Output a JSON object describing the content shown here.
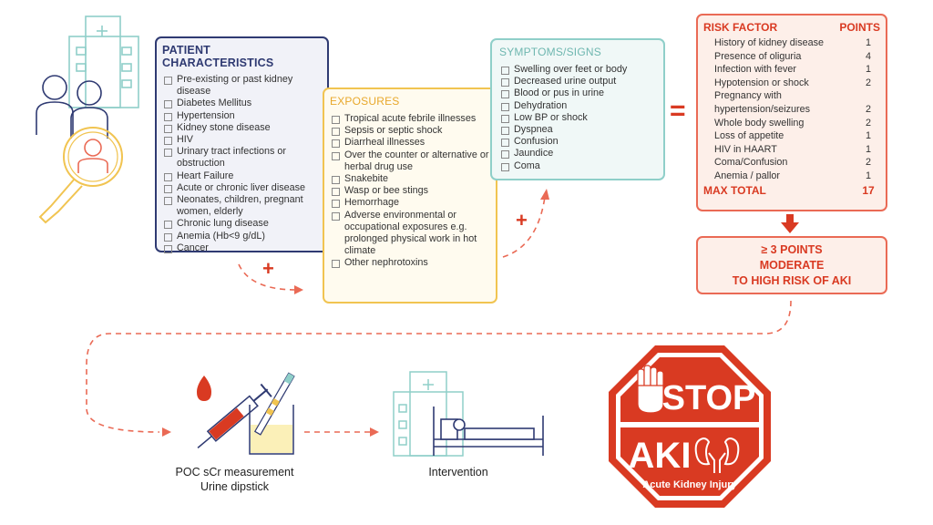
{
  "patient": {
    "title": "PATIENT CHARACTERISTICS",
    "items": [
      "Pre-existing or past kidney disease",
      "Diabetes Mellitus",
      "Hypertension",
      "Kidney stone disease",
      "HIV",
      "Urinary tract infections or obstruction",
      "Heart Failure",
      "Acute or chronic liver disease",
      "Neonates, children, pregnant women, elderly",
      "Chronic lung disease",
      "Anemia (Hb<9 g/dL)",
      "Cancer"
    ]
  },
  "exposures": {
    "title": "EXPOSURES",
    "items": [
      "Tropical acute febrile illnesses",
      "Sepsis or septic shock",
      "Diarrheal illnesses",
      "Over the counter or alternative or herbal drug use",
      "Snakebite",
      "Wasp or bee stings",
      "Hemorrhage",
      "Adverse environmental or occupational exposures e.g. prolonged physical work in hot climate",
      "Other nephrotoxins"
    ]
  },
  "symptoms": {
    "title": "SYMPTOMS/SIGNS",
    "items": [
      "Swelling over feet or body",
      "Decreased urine output",
      "Blood or pus in urine",
      "Dehydration",
      "Low BP or shock",
      "Dyspnea",
      "Confusion",
      "Jaundice",
      "Coma"
    ]
  },
  "operators": {
    "plus": "+",
    "equals": "="
  },
  "risk": {
    "header_factor": "RISK FACTOR",
    "header_points": "POINTS",
    "rows": [
      {
        "label": "History of kidney disease",
        "points": "1"
      },
      {
        "label": "Presence of oliguria",
        "points": "4"
      },
      {
        "label": "Infection with fever",
        "points": "1"
      },
      {
        "label": "Hypotension or shock",
        "points": "2"
      },
      {
        "label": "Pregnancy with hypertension/seizures",
        "points": "2"
      },
      {
        "label": "Whole body swelling",
        "points": "2"
      },
      {
        "label": "Loss of appetite",
        "points": "1"
      },
      {
        "label": "HIV in HAART",
        "points": "1"
      },
      {
        "label": "Coma/Confusion",
        "points": "2"
      },
      {
        "label": "Anemia / pallor",
        "points": "1"
      }
    ],
    "total_label": "MAX TOTAL",
    "total_points": "17"
  },
  "result": {
    "line1": "≥ 3 POINTS",
    "line2": "MODERATE",
    "line3": "TO HIGH RISK OF AKI"
  },
  "steps": {
    "test_line1": "POC sCr measurement",
    "test_line2": "Urine dipstick",
    "intervention": "Intervention"
  },
  "stop_sign": {
    "stop": "STOP",
    "aki": "AKI",
    "subtitle": "Acute Kidney Injury"
  },
  "colors": {
    "navy": "#2f3a72",
    "yellow": "#f1c451",
    "teal": "#8fcfc9",
    "red": "#d93a22",
    "salmon": "#ea6a55"
  }
}
